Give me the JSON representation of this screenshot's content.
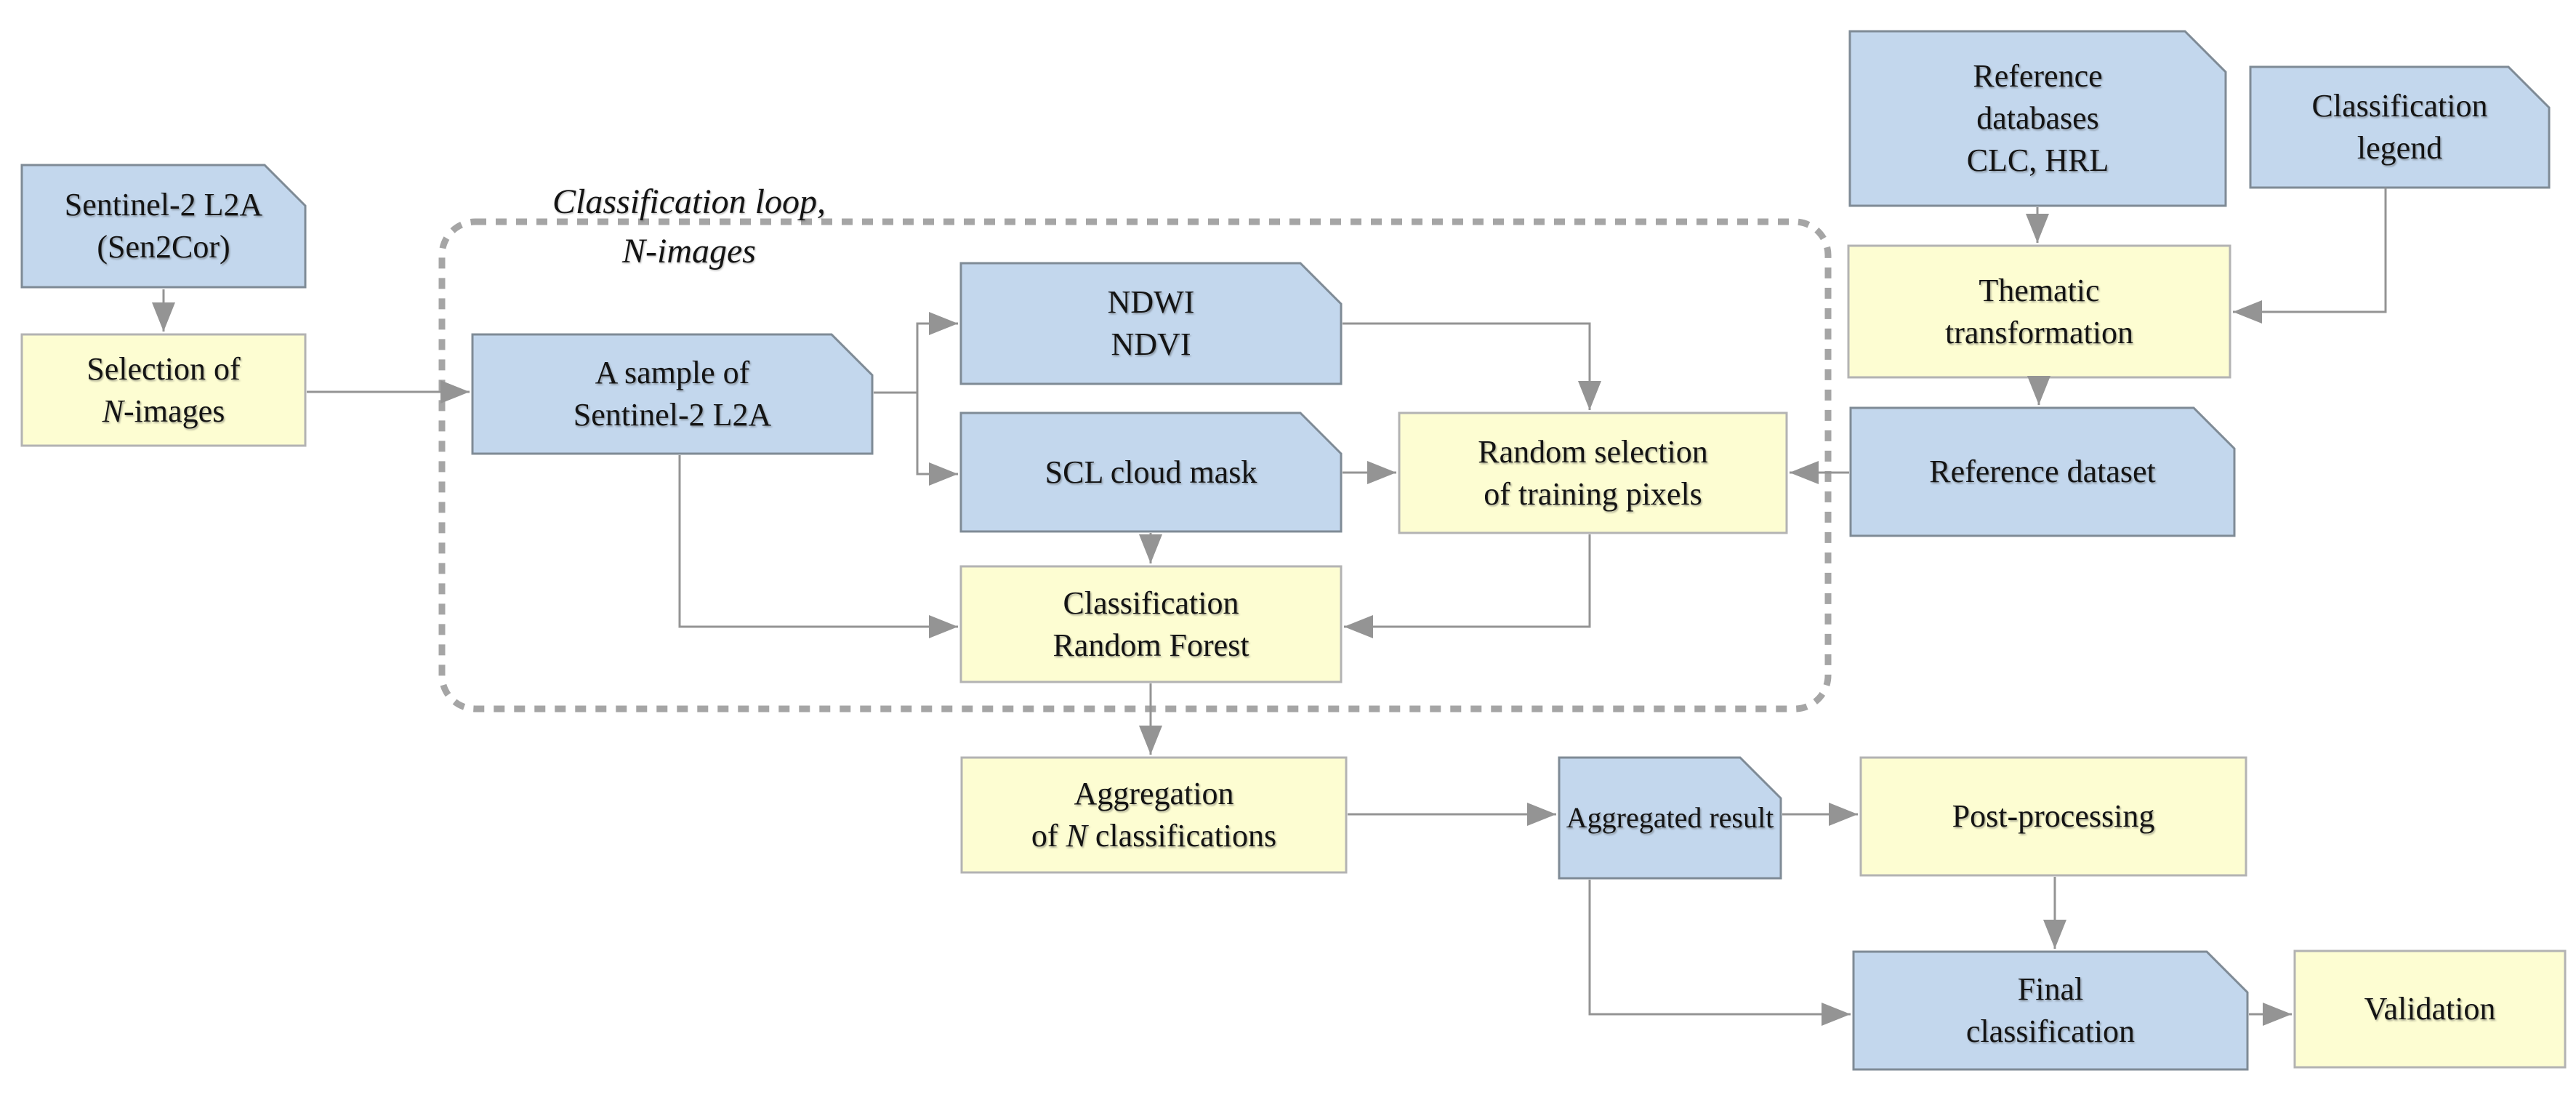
{
  "figure": {
    "description": "Flowchart of a Sentinel-2 land-cover classification workflow"
  },
  "colors": {
    "node_blue": "#c3d7ed",
    "node_yellow": "#fdfdd2",
    "blue_border": "#7f8b96",
    "yellow_border": "#b3b3b3",
    "connector": "#949494",
    "loop_border": "#a5a5a5",
    "text": "#141414",
    "background": "#ffffff"
  },
  "loop": {
    "label_line1": "Classification loop,",
    "label_line2": "N-images"
  },
  "nodes": {
    "sentinel": {
      "lines": [
        "Sentinel-2 L2A",
        "(Sen2Cor)"
      ]
    },
    "selection": {
      "line1": "Selection of",
      "line2_italic": "N",
      "line2_rest": "-images"
    },
    "sample": {
      "lines": [
        "A sample of",
        "Sentinel-2 L2A"
      ]
    },
    "ndwi": {
      "lines": [
        "NDWI",
        "NDVI"
      ]
    },
    "scl": {
      "lines": [
        "SCL cloud mask"
      ]
    },
    "random_selection": {
      "lines": [
        "Random selection",
        "of training pixels"
      ]
    },
    "rf": {
      "lines": [
        "Classification",
        "Random Forest"
      ]
    },
    "refdb": {
      "lines": [
        "Reference",
        "databases",
        "CLC,  HRL"
      ]
    },
    "legend": {
      "lines": [
        "Classification",
        "legend"
      ]
    },
    "thematic": {
      "lines": [
        "Thematic",
        "transformation"
      ]
    },
    "refdataset": {
      "lines": [
        "Reference dataset"
      ]
    },
    "aggregation": {
      "line1": "Aggregation",
      "line2_pre": "of ",
      "line2_italic": "N",
      "line2_post": " classifications"
    },
    "aggresult": {
      "lines": [
        "Aggregated result"
      ]
    },
    "postproc": {
      "lines": [
        "Post-processing"
      ]
    },
    "final": {
      "lines": [
        "Final",
        "classification"
      ]
    },
    "validation": {
      "lines": [
        "Validation"
      ]
    }
  }
}
